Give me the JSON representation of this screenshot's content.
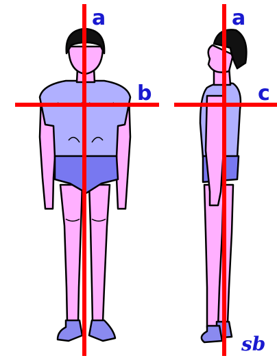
{
  "labels": {
    "front_vertical": "a",
    "front_horizontal": "b",
    "side_vertical": "a",
    "side_horizontal": "c",
    "signature": "sb"
  },
  "colors": {
    "axis_line": "#ff0000",
    "label": "#1a1ad0",
    "skin": "#ffb0ff",
    "shirt": "#b0b0ff",
    "shorts": "#7878f0",
    "feet": "#8a8af0",
    "hair": "#111111",
    "outline": "#000000"
  }
}
